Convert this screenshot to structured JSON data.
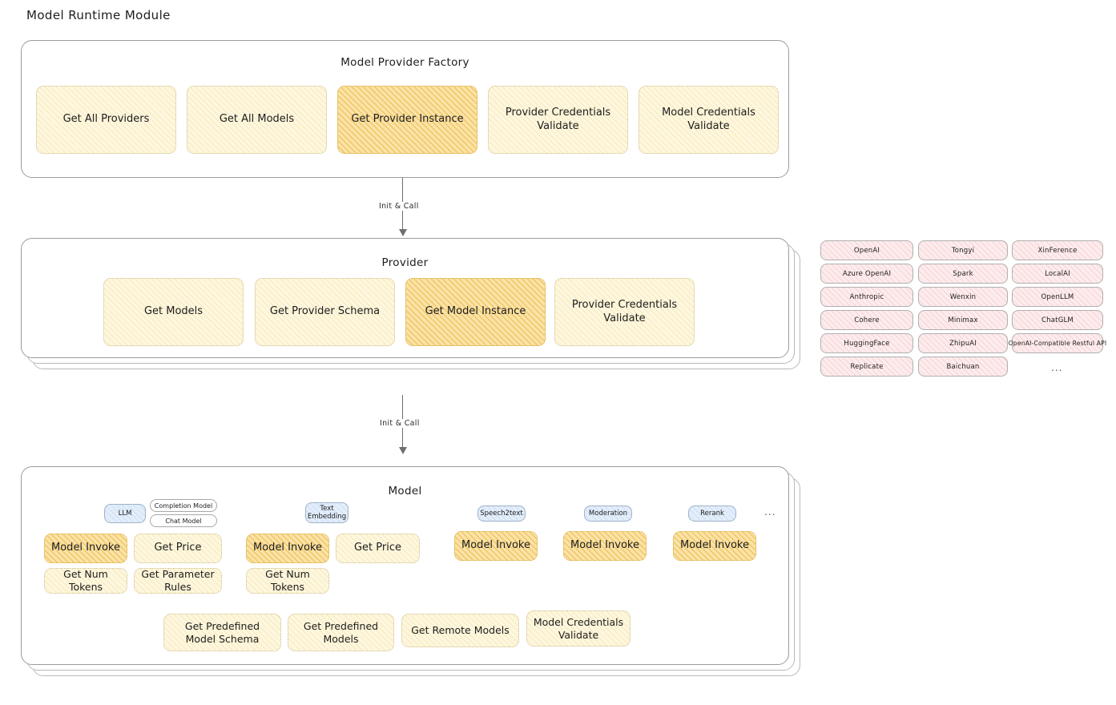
{
  "page": {
    "title": "Model Runtime Module"
  },
  "factory": {
    "title": "Model Provider Factory",
    "boxes": [
      {
        "label": "Get All Providers",
        "highlighted": false
      },
      {
        "label": "Get All Models",
        "highlighted": false
      },
      {
        "label": "Get Provider Instance",
        "highlighted": true
      },
      {
        "label": "Provider Credentials Validate",
        "highlighted": false
      },
      {
        "label": "Model Credentials Validate",
        "highlighted": false
      }
    ]
  },
  "arrows": [
    {
      "label": "Init & Call"
    },
    {
      "label": "Init & Call"
    }
  ],
  "provider": {
    "title": "Provider",
    "boxes": [
      {
        "label": "Get Models",
        "highlighted": false
      },
      {
        "label": "Get Provider Schema",
        "highlighted": false
      },
      {
        "label": "Get Model Instance",
        "highlighted": true
      },
      {
        "label": "Provider Credentials Validate",
        "highlighted": false
      }
    ]
  },
  "provider_list": {
    "column1": [
      "OpenAI",
      "Azure OpenAI",
      "Anthropic",
      "Cohere",
      "HuggingFace",
      "Replicate"
    ],
    "column2": [
      "Tongyi",
      "Spark",
      "Wenxin",
      "Minimax",
      "ZhipuAI",
      "Baichuan"
    ],
    "column3": [
      "XinFerence",
      "LocalAI",
      "OpenLLM",
      "ChatGLM",
      "OpenAI-Compatible Restful API"
    ],
    "more": "..."
  },
  "model": {
    "title": "Model",
    "more": "...",
    "types": [
      {
        "name": "LLM",
        "subtypes": [
          "Completion Model",
          "Chat Model"
        ],
        "boxes": [
          {
            "label": "Model Invoke",
            "highlighted": true
          },
          {
            "label": "Get Price",
            "highlighted": false
          },
          {
            "label": "Get Num Tokens",
            "highlighted": false
          },
          {
            "label": "Get Parameter Rules",
            "highlighted": false
          }
        ]
      },
      {
        "name": "Text Embedding",
        "subtypes": [],
        "boxes": [
          {
            "label": "Model Invoke",
            "highlighted": true
          },
          {
            "label": "Get Price",
            "highlighted": false
          },
          {
            "label": "Get Num Tokens",
            "highlighted": false
          }
        ]
      },
      {
        "name": "Speech2text",
        "subtypes": [],
        "boxes": [
          {
            "label": "Model Invoke",
            "highlighted": true
          }
        ]
      },
      {
        "name": "Moderation",
        "subtypes": [],
        "boxes": [
          {
            "label": "Model Invoke",
            "highlighted": true
          }
        ]
      },
      {
        "name": "Rerank",
        "subtypes": [],
        "boxes": [
          {
            "label": "Model Invoke",
            "highlighted": true
          }
        ]
      }
    ],
    "common_boxes": [
      {
        "label": "Get Predefined Model Schema"
      },
      {
        "label": "Get Predefined Models"
      },
      {
        "label": "Get Remote Models"
      },
      {
        "label": "Model Credentials Validate"
      }
    ]
  },
  "colors": {
    "accent_yellow": "#fbe3a6",
    "pale_yellow": "#fdf7e0",
    "provider_pink": "#fdeced",
    "model_blue": "#e3eefb",
    "border_gray": "#9c9c9c"
  }
}
